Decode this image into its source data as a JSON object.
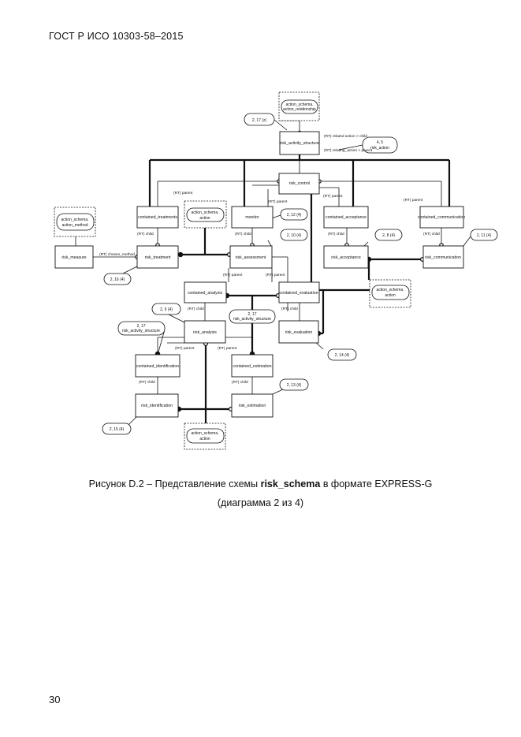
{
  "header": {
    "standard": "ГОСТ Р ИСО 10303-58–2015"
  },
  "page_number": "30",
  "caption": {
    "prefix": "Рисунок D.2 – Представление схемы ",
    "schema_name": "risk_schema",
    "suffix": " в формате EXPRESS-G",
    "line2": "(диаграмма 2 из 4)"
  },
  "diagram": {
    "entities": {
      "risk_activity_structure": "risk_activity_structure",
      "risk_control": "risk_control",
      "contained_treatments": "contained_treatments",
      "monitor": "monitor",
      "contained_acceptance": "contained_acceptance",
      "contained_communication": "contained_communication",
      "risk_measure": "risk_measure",
      "risk_treatment": "risk_treatment",
      "risk_assessment": "risk_assessment",
      "risk_acceptance": "risk_acceptance",
      "risk_communication": "risk_communication",
      "contained_analysis": "contained_analysis",
      "contained_evaluation": "contained_evaluation",
      "risk_analysis": "risk_analysis",
      "risk_evaluation": "risk_evaluation",
      "contained_identification": "contained_identification",
      "contained_estimation": "contained_estimation",
      "risk_identification": "risk_identification",
      "risk_estimation": "risk_estimation"
    },
    "external_refs": {
      "top_line1": "action_schema.",
      "top_line2": "action_relationship",
      "method_line1": "action_schema.",
      "method_line2": "action_method",
      "action_a_line1": "action_schema.",
      "action_a_line2": "action",
      "action_b_line1": "action_schema.",
      "action_b_line2": "action",
      "action_c_line1": "action_schema.",
      "action_c_line2": "action"
    },
    "page_refs": {
      "r_2_17_top": "2, 17 (z)",
      "r_4_5_line1": "4, 5",
      "r_4_5_line2": "risk_action",
      "r_2_12": "2, 12 (4)",
      "r_2_10": "2, 10 (4)",
      "r_2_8": "2, 8 (4)",
      "r_2_11": "2, 11 (4)",
      "r_2_16": "2, 16 (4)",
      "r_2_9": "2, 9 (4)",
      "r_2_17_mid_line1": "2, 17",
      "r_2_17_mid_line2": "risk_activity_structure",
      "r_2_17_left_line1": "2, 17",
      "r_2_17_left_line2": "risk_activity_structure",
      "r_2_14": "2, 14 (4)",
      "r_2_13": "2, 13 (4)",
      "r_2_15": "2, 15 (4)"
    },
    "roles": {
      "rt_related": "(RT) related action > child",
      "rt_relating": "(RT) relating_action > parent",
      "rt_parent_a": "(RT) parent",
      "rt_parent_b": "(RT) parent",
      "rt_parent_c": "(RT) parent",
      "rt_parent_d": "(RT) parent",
      "rt_child_a": "(RT) child",
      "rt_chosen_method": "(RT) chosen_method",
      "rt_child_b": "(RT) child",
      "rt_child_c": "(RT) child",
      "rt_child_d": "(RT) child",
      "rt_parent_e": "(RT) parent",
      "rt_parent_f": "(RT) parent",
      "rt_child_e": "(RT) child",
      "rt_child_f": "(RT) child",
      "rt_parent_g": "(RT) parent",
      "rt_parent_h": "(RT) parent",
      "rt_child_g": "(RT) child",
      "rt_child_h": "(RT) child"
    }
  }
}
